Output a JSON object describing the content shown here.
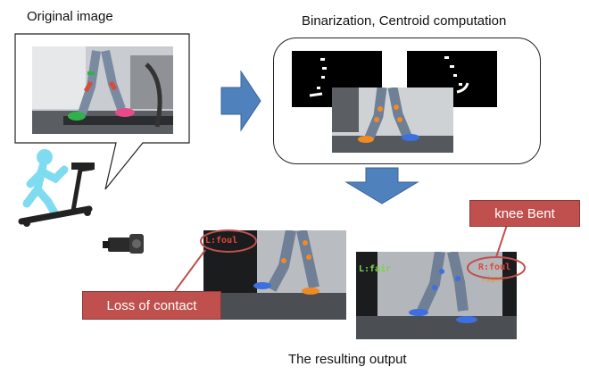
{
  "labels": {
    "original_image": "Original image",
    "binarization": "Binarization, Centroid computation",
    "resulting_output": "The resulting output"
  },
  "callouts": {
    "knee_bent": "knee Bent",
    "loss_of_contact": "Loss of contact"
  },
  "overlays": {
    "left_foul": "L:foul",
    "left_fair": "L:fair",
    "right_foul": "R:foul",
    "right_small": "right"
  },
  "colors": {
    "arrow_blue": "#4f81bd",
    "callout_red": "#c0504d",
    "ellipse_red": "#c0504d",
    "figure_cyan": "#7fdcf0",
    "marker_orange": "#f08a24",
    "marker_blue": "#3d6fe0",
    "fair_green": "#7cd34a"
  },
  "icons": [
    "treadmill-runner-icon",
    "camera-icon",
    "block-arrow-right-icon",
    "block-arrow-down-icon"
  ]
}
